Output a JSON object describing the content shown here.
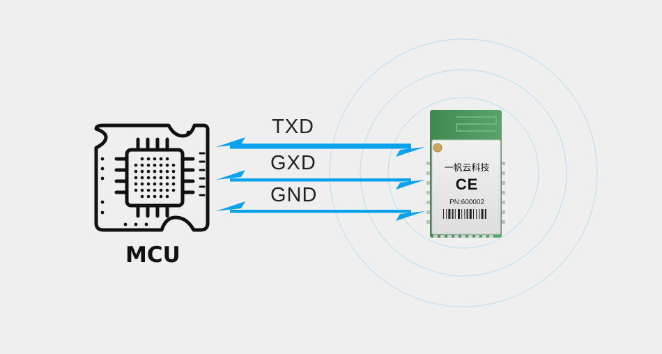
{
  "mcu": {
    "label": "MCU"
  },
  "signals": [
    {
      "label": "TXD"
    },
    {
      "label": "GXD"
    },
    {
      "label": "GND"
    }
  ],
  "module": {
    "brand": "一帆云科技",
    "ce_mark": "CE",
    "part_number": "PN:600002"
  },
  "colors": {
    "arrow": "#0aa2ea",
    "background": "#efefef",
    "pcb": "#4f9a5f",
    "shield": "#e7e7e7",
    "rings": "#bfe0f0"
  }
}
